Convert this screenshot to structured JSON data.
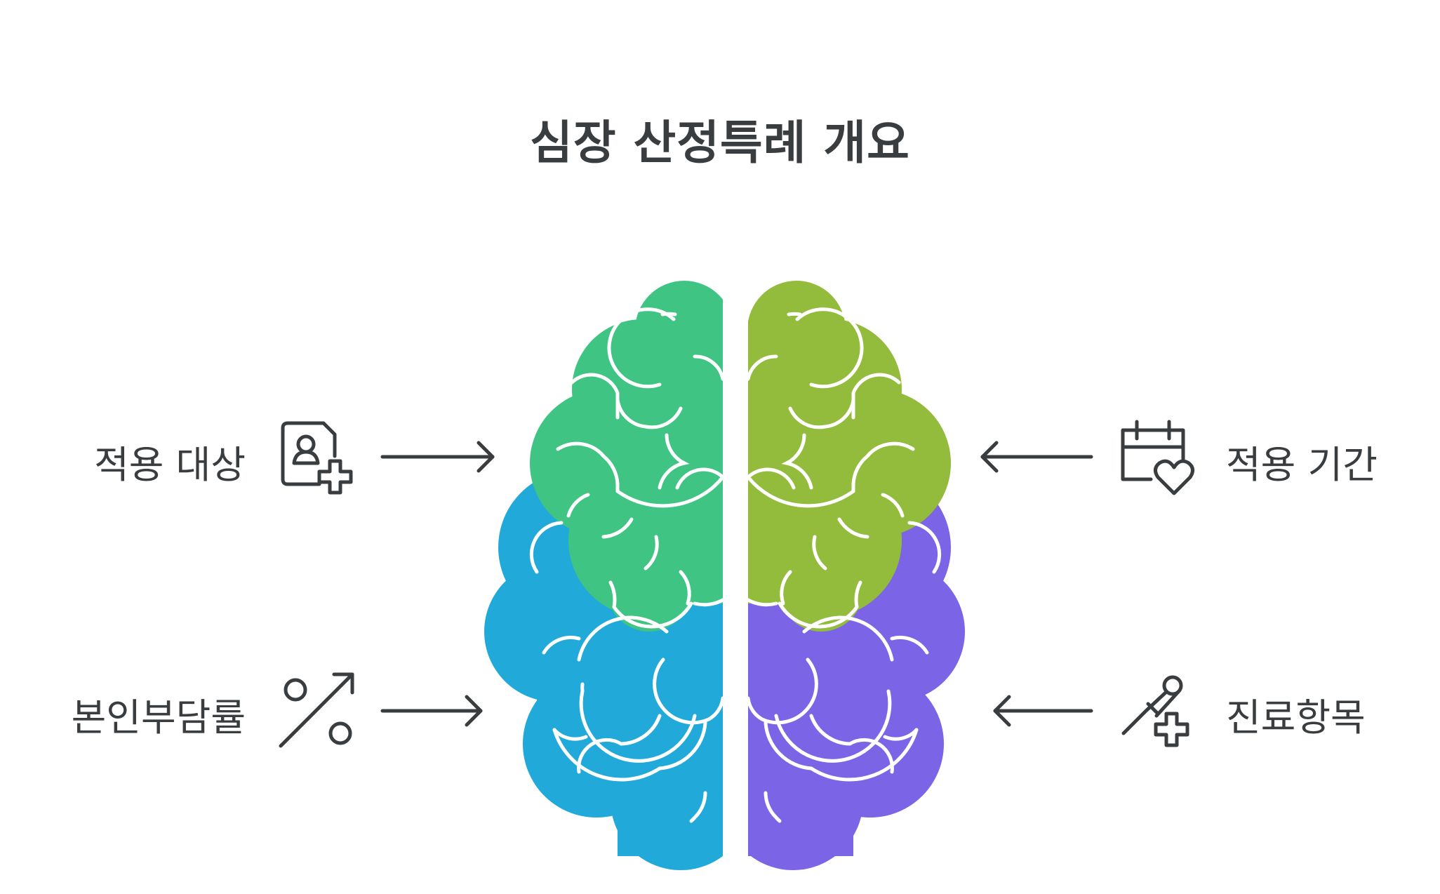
{
  "title": "심장 산정특례 개요",
  "items": [
    {
      "label": "적용 대상",
      "icon": "patient-file-plus-icon",
      "side": "left",
      "row": "top"
    },
    {
      "label": "본인부담률",
      "icon": "percent-arrow-icon",
      "side": "left",
      "row": "bottom"
    },
    {
      "label": "적용 기간",
      "icon": "calendar-heart-icon",
      "side": "right",
      "row": "top"
    },
    {
      "label": "진료항목",
      "icon": "thermometer-plus-icon",
      "side": "right",
      "row": "bottom"
    }
  ],
  "colors": {
    "top_left": "#3fc483",
    "bottom_left": "#21a9d9",
    "top_right": "#93bb3c",
    "bottom_right": "#7b64e6",
    "text": "#3a3d3f"
  }
}
